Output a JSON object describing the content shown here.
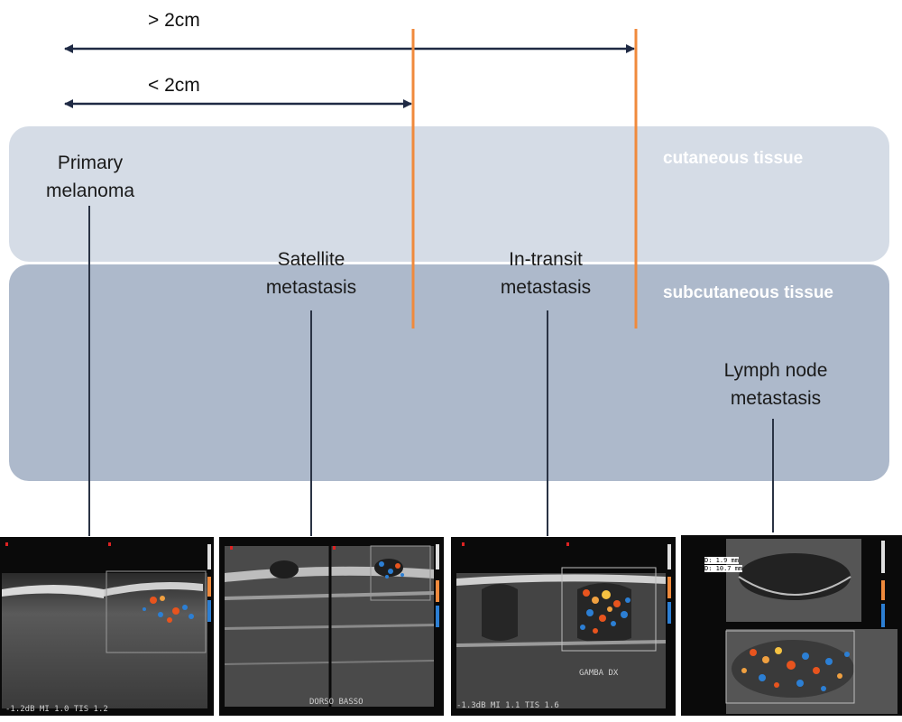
{
  "distances": {
    "greater": "> 2cm",
    "less": "< 2cm"
  },
  "layers": {
    "cutaneous": "cutaneous tissue",
    "subcutaneous": "subcutaneous tissue"
  },
  "labels": {
    "primary": {
      "line1": "Primary",
      "line2": "melanoma"
    },
    "satellite": {
      "line1": "Satellite",
      "line2": "metastasis"
    },
    "in_transit": {
      "line1": "In-transit",
      "line2": "metastasis"
    },
    "lymph_node": {
      "line1": "Lymph node",
      "line2": "metastasis"
    }
  },
  "ultrasound_text": {
    "panel1_footer": "-1.2dB MI 1.0 TIS 1.2",
    "panel2_footer": "DORSO BASSO",
    "panel3_footer": "-1.3dB MI 1.1 TIS 1.6",
    "panel3_caption": "GAMBA DX",
    "panel4_measure1": "D: 1.9 mm",
    "panel4_measure2": "D: 10.7 mm"
  },
  "colors": {
    "orange_marker": "#f08a3c",
    "arrow": "#1f2a44",
    "cutaneous_band": "#d5dce6",
    "subcutaneous_band": "#adb9cb",
    "doppler_red": "#e8541e",
    "doppler_blue": "#2c7fd4"
  }
}
